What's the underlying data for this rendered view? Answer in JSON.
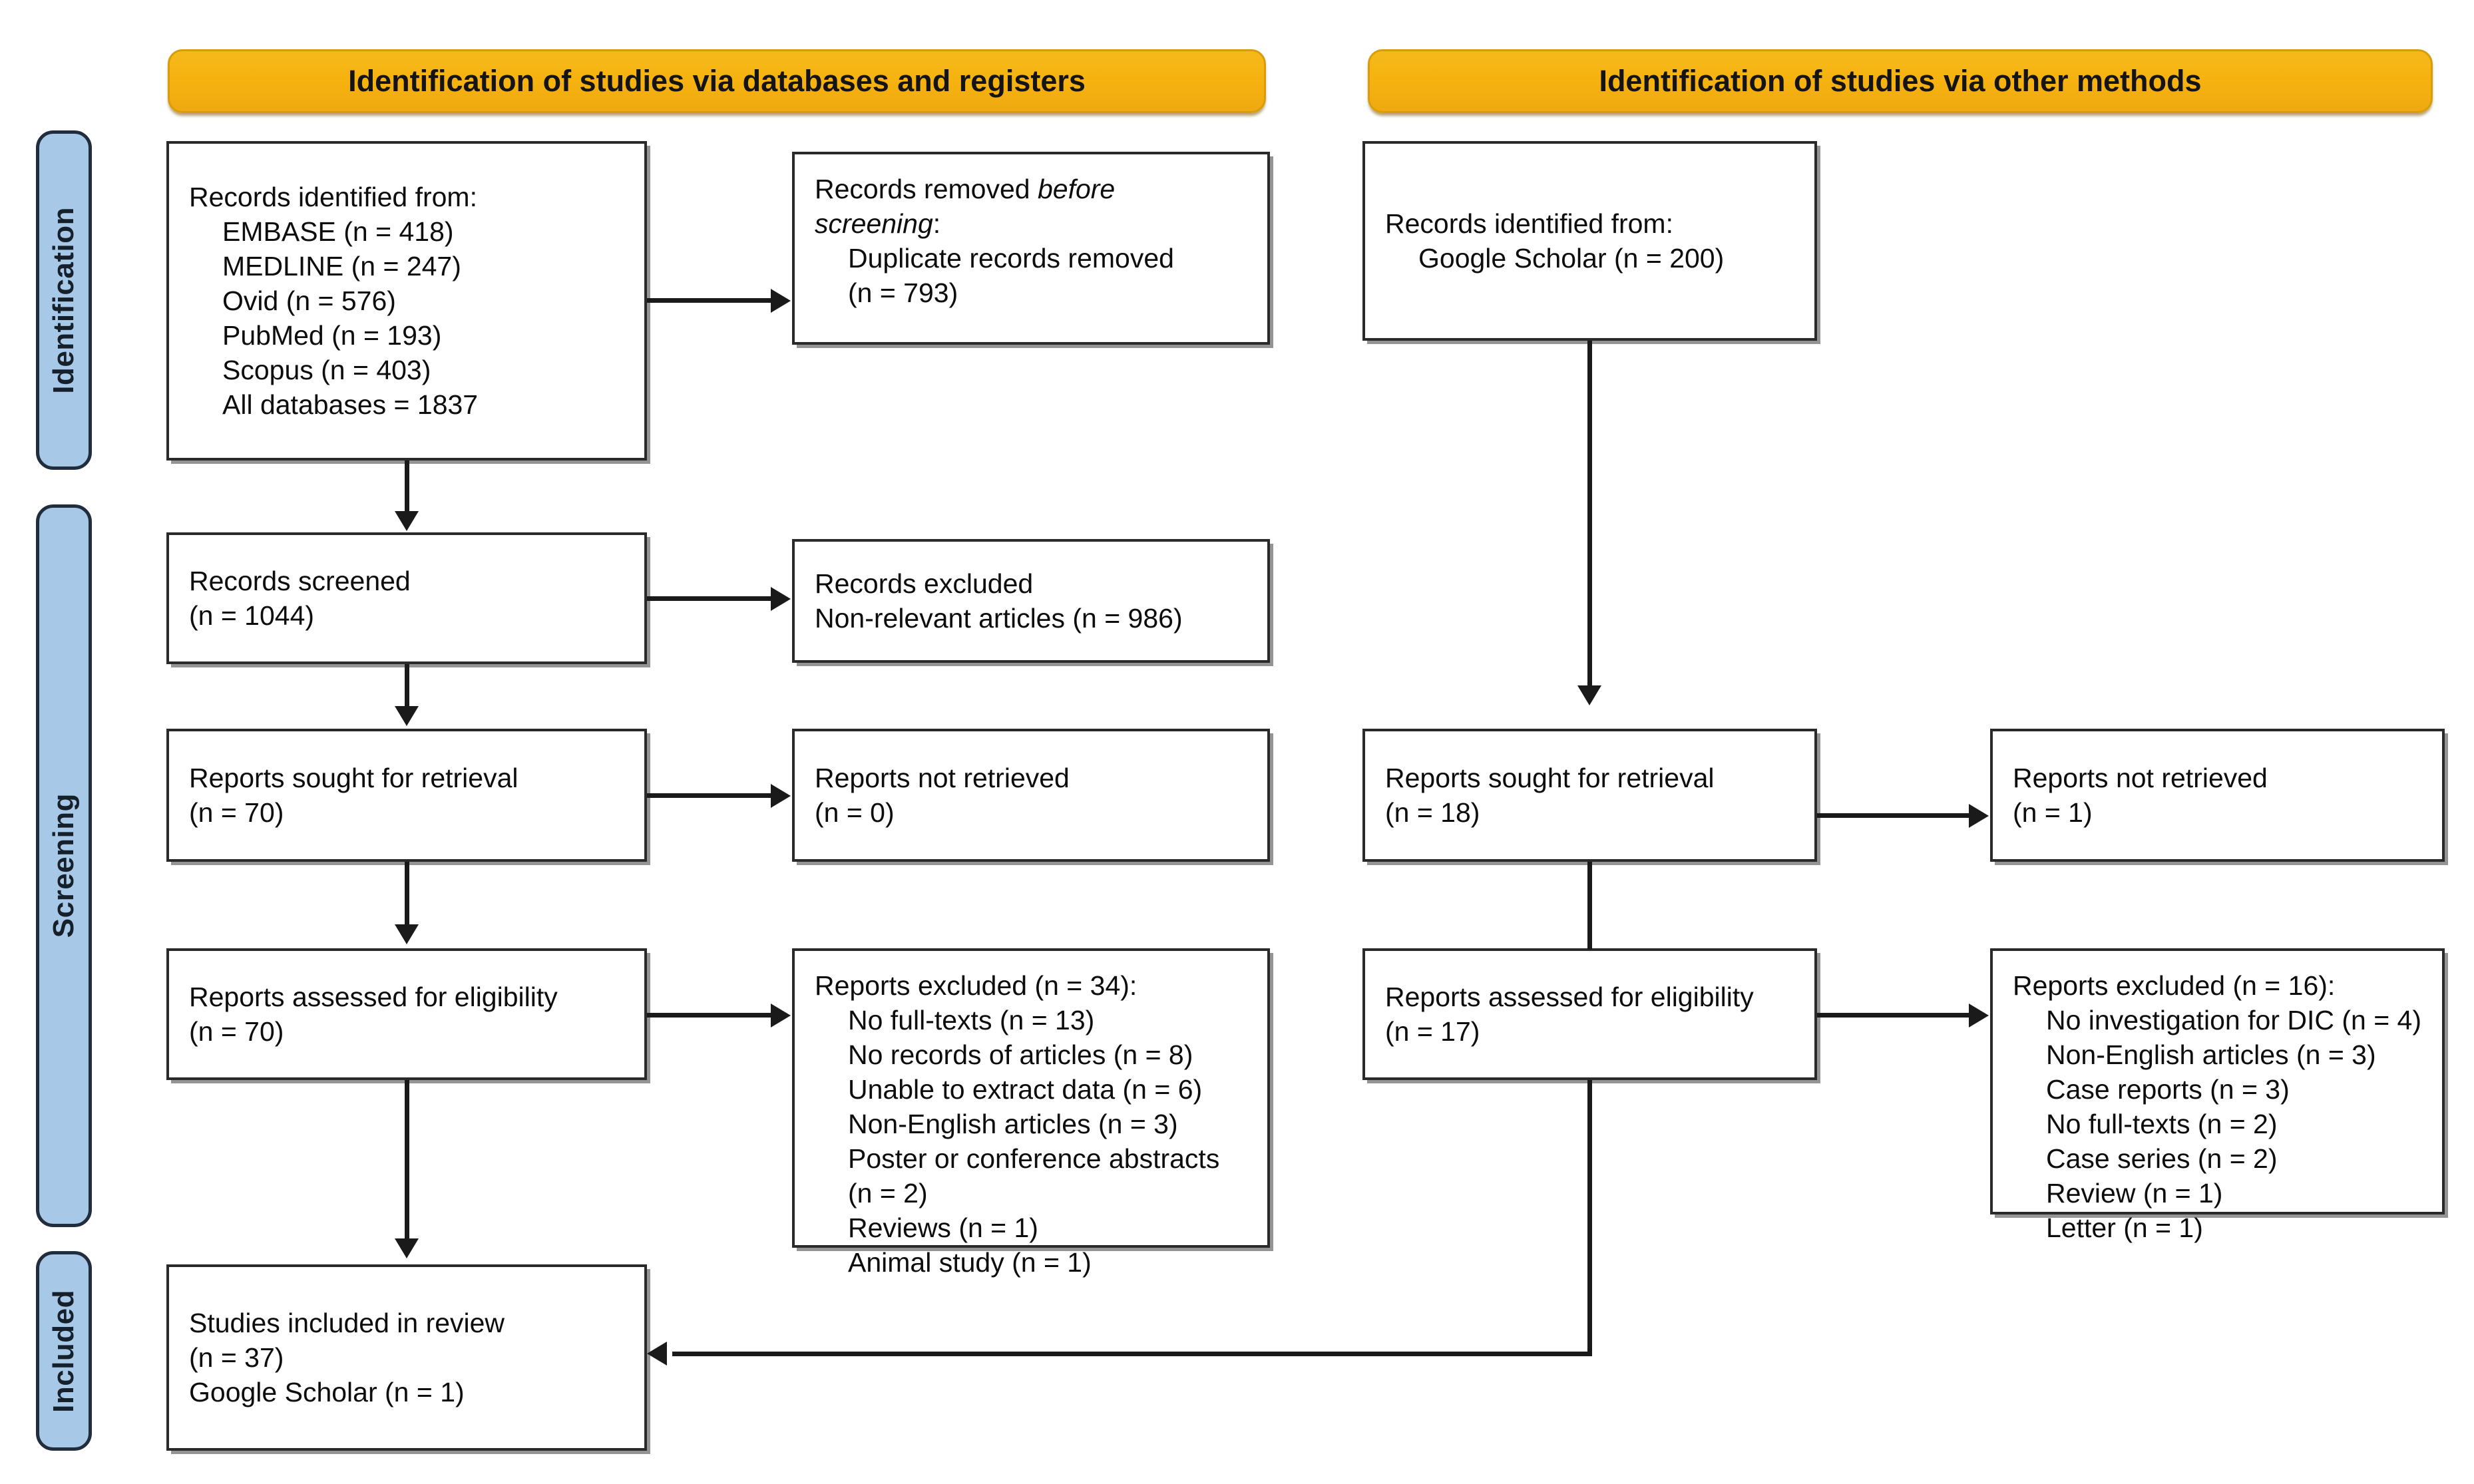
{
  "diagram": {
    "title": "PRISMA 2020 flow diagram",
    "accent_orange": "#f5b316",
    "accent_blue": "#a8c8e8",
    "line_color": "#1a1a1a"
  },
  "phases": [
    {
      "id": "identification",
      "label": "Identification"
    },
    {
      "id": "screening",
      "label": "Screening"
    },
    {
      "id": "included",
      "label": "Included"
    }
  ],
  "banners": [
    {
      "id": "databases",
      "label": "Identification of studies via databases and registers"
    },
    {
      "id": "other-methods",
      "label": "Identification of studies via other methods"
    }
  ],
  "left_column": {
    "records_identified": {
      "heading": "Records identified from:",
      "items": [
        "EMBASE (n = 418)",
        "MEDLINE (n = 247)",
        "Ovid (n = 576)",
        "PubMed (n = 193)",
        "Scopus (n = 403)",
        "All databases = 1837"
      ]
    },
    "records_removed": {
      "line1_prefix": "Records removed ",
      "line1_italic": "before",
      "line2_italic": "screening",
      "line2_suffix": ":",
      "items": [
        "Duplicate records removed",
        "(n = 793)"
      ]
    },
    "records_screened": {
      "line1": "Records screened",
      "line2": "(n = 1044)"
    },
    "records_excluded": {
      "line1": "Records excluded",
      "line2": "Non-relevant articles (n = 986)"
    },
    "reports_sought": {
      "line1": "Reports sought for retrieval",
      "line2": "(n = 70)"
    },
    "reports_not_retrieved": {
      "line1": "Reports not retrieved",
      "line2": "(n = 0)"
    },
    "reports_assessed": {
      "line1": "Reports assessed for eligibility",
      "line2": "(n = 70)"
    },
    "reports_excluded": {
      "heading": "Reports excluded (n = 34):",
      "items": [
        "No full-texts (n = 13)",
        "No records of articles (n = 8)",
        "Unable to extract data (n = 6)",
        "Non-English articles (n = 3)",
        "Poster or conference abstracts",
        "(n = 2)",
        "Reviews (n = 1)",
        "Animal study (n = 1)"
      ]
    }
  },
  "right_column": {
    "records_identified": {
      "heading": "Records identified from:",
      "items": [
        "Google Scholar (n = 200)"
      ]
    },
    "reports_sought": {
      "line1": "Reports sought for retrieval",
      "line2": "(n = 18)"
    },
    "reports_not_retrieved": {
      "line1": "Reports not retrieved",
      "line2": "(n = 1)"
    },
    "reports_assessed": {
      "line1": "Reports assessed for eligibility",
      "line2": "(n = 17)"
    },
    "reports_excluded": {
      "heading": "Reports excluded (n = 16):",
      "items": [
        "No investigation for DIC (n = 4)",
        "Non-English articles (n = 3)",
        "Case reports (n = 3)",
        "No full-texts (n = 2)",
        "Case series (n = 2)",
        "Review (n = 1)",
        "Letter (n = 1)"
      ]
    }
  },
  "included_box": {
    "line1": "Studies included in review",
    "line2": "(n = 37)",
    "line3": "Google Scholar (n = 1)"
  }
}
